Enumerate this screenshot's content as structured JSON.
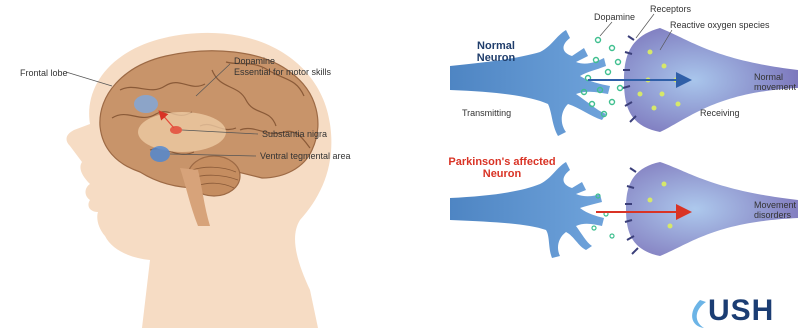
{
  "brain": {
    "label_frontal_lobe": "Frontal lobe",
    "label_dopamine": "Dopamine",
    "label_dopamine_note": "Essential for motor skills",
    "label_substantia_nigra": "Substantia nigra",
    "label_vta": "Ventral tegmental area"
  },
  "neuron_normal": {
    "title_line1": "Normal",
    "title_line2": "Neuron",
    "label_dopamine": "Dopamine",
    "label_receptors": "Receptors",
    "label_ros": "Reactive oxygen species",
    "label_transmitting": "Transmitting",
    "label_receiving": "Receiving",
    "outcome_line1": "Normal",
    "outcome_line2": "movement"
  },
  "neuron_parkinsons": {
    "title_line1": "Parkinson's affected",
    "title_line2": "Neuron",
    "outcome_line1": "Movement",
    "outcome_line2": "disorders"
  },
  "logo": {
    "text": "USH"
  },
  "colors": {
    "skin": "#f6dcc4",
    "brain": "#c8946a",
    "neuron_blue": "#5b8fc9",
    "receiver_purple": "#8a86c8",
    "dopamine_green": "#3fbf8f",
    "ros_yellow": "#d6e86a",
    "arrow_blue": "#2f5fa8",
    "arrow_red": "#d93325"
  }
}
